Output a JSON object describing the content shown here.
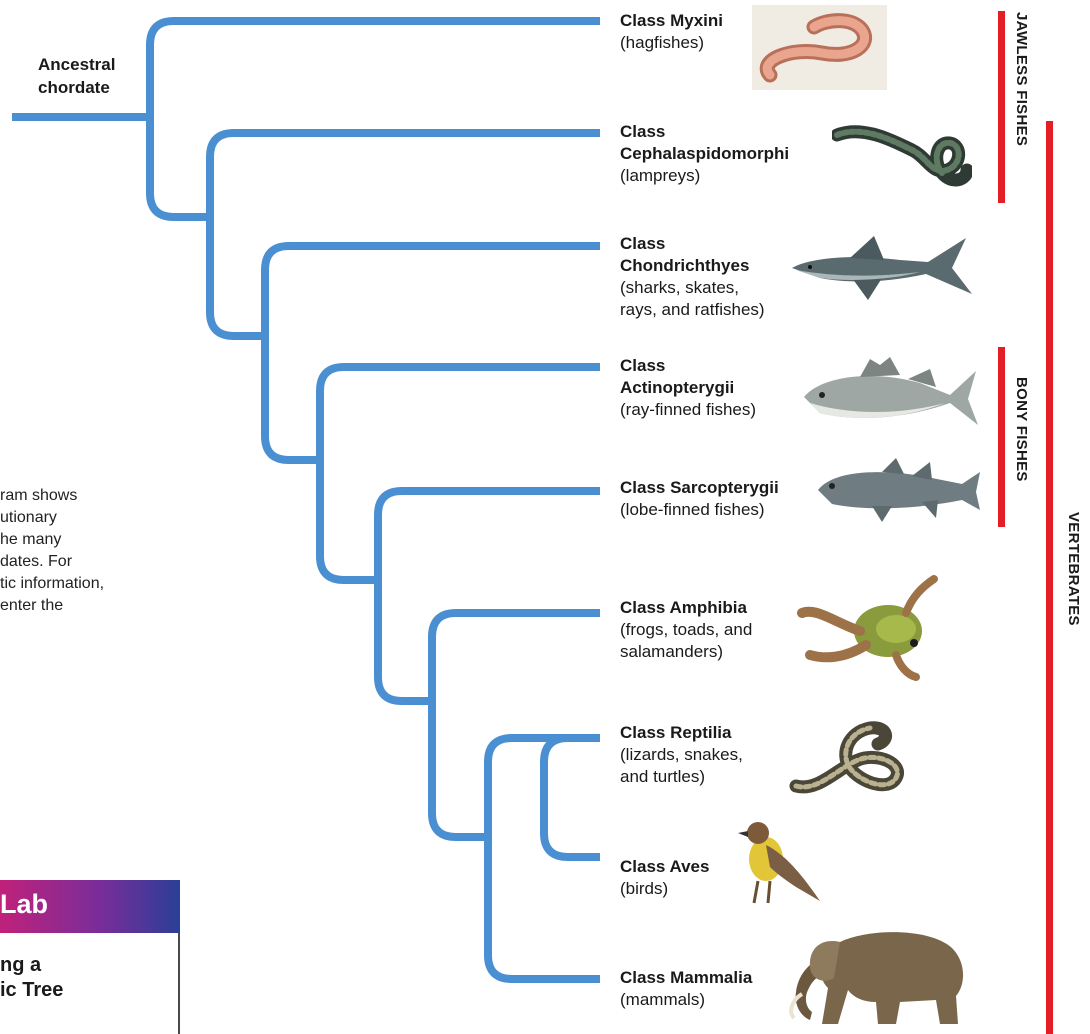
{
  "tree": {
    "root_label": [
      "Ancestral",
      "chordate"
    ],
    "line_color": "#4a8fd1",
    "taxa": [
      {
        "name": "Class Myxini",
        "common": [
          "(hagfishes)"
        ],
        "animal": "hagfish"
      },
      {
        "name": "Class Cephalaspidomorphi",
        "name_lines": [
          "Class",
          "Cephalaspidomorphi"
        ],
        "common": [
          "(lampreys)"
        ],
        "animal": "lamprey"
      },
      {
        "name": "Class Chondrichthyes",
        "name_lines": [
          "Class",
          "Chondrichthyes"
        ],
        "common": [
          "(sharks, skates,",
          "rays, and ratfishes)"
        ],
        "animal": "shark"
      },
      {
        "name": "Class Actinopterygii",
        "name_lines": [
          "Class",
          "Actinopterygii"
        ],
        "common": [
          "(ray-finned fishes)"
        ],
        "animal": "ray-finned-fish"
      },
      {
        "name": "Class Sarcopterygii",
        "common": [
          "(lobe-finned fishes)"
        ],
        "animal": "coelacanth"
      },
      {
        "name": "Class Amphibia",
        "common": [
          "(frogs, toads, and",
          "salamanders)"
        ],
        "animal": "frog"
      },
      {
        "name": "Class Reptilia",
        "common": [
          "(lizards, snakes,",
          "and turtles)"
        ],
        "animal": "snake"
      },
      {
        "name": "Class Aves",
        "common": [
          "(birds)"
        ],
        "animal": "bird"
      },
      {
        "name": "Class Mammalia",
        "common": [
          "(mammals)"
        ],
        "animal": "elephant"
      }
    ]
  },
  "groups": {
    "jawless": "JAWLESS FISHES",
    "bony": "BONY FISHES",
    "vertebrates": "VERTEBRATES",
    "bar_color": "#e41e26"
  },
  "caption_fragment": [
    "ram shows",
    "utionary",
    "he many",
    "dates. For",
    "tic information,",
    "enter the"
  ],
  "lab": {
    "header": "Lab",
    "lines": [
      "ng a",
      "ic Tree"
    ]
  }
}
